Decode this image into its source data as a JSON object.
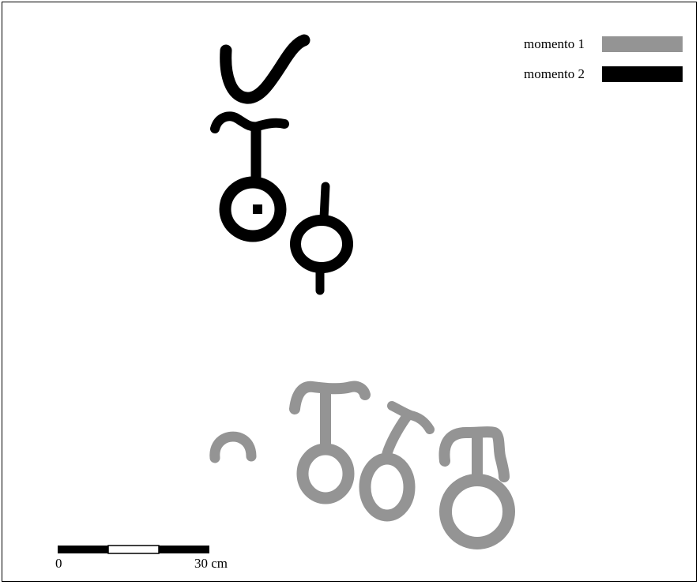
{
  "legend": {
    "items": [
      {
        "label": "momento 1",
        "color": "#949494"
      },
      {
        "label": "momento 2",
        "color": "#000000"
      }
    ]
  },
  "scale_bar": {
    "start_label": "0",
    "end_label": "30 cm"
  },
  "colors": {
    "moment1": "#949494",
    "moment2": "#000000",
    "background": "#ffffff"
  }
}
